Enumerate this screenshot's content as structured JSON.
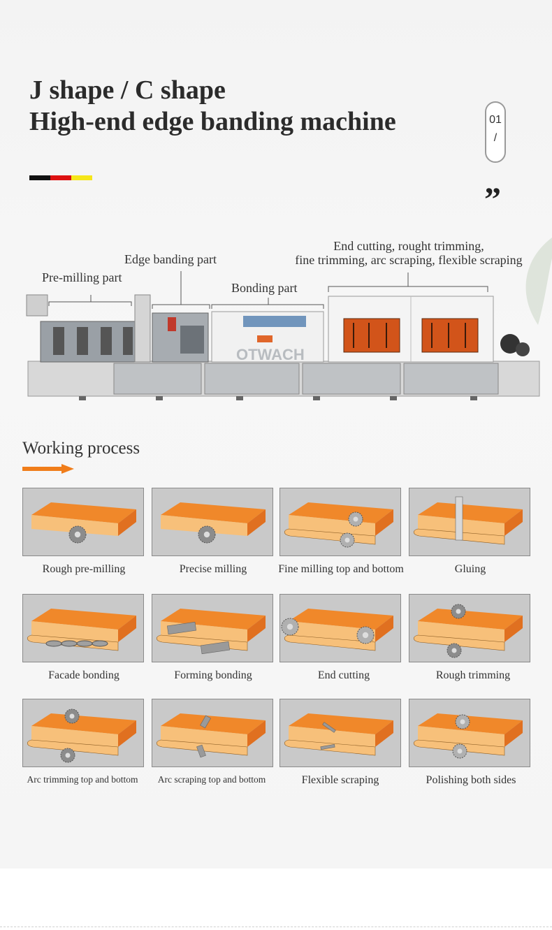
{
  "header": {
    "title_line1": "J shape / C shape",
    "title_line2": "High-end edge banding machine",
    "badge_number": "01",
    "badge_separator": "/",
    "quote_mark": "”",
    "flag_colors": [
      "#111111",
      "#dd1111",
      "#f5e61a"
    ]
  },
  "machine": {
    "labels": {
      "pre_milling": "Pre-milling part",
      "edge_banding": "Edge banding part",
      "bonding": "Bonding part",
      "end_cutting_line1": "End cutting, rought trimming,",
      "end_cutting_line2": "fine trimming, arc scraping, flexible scraping"
    },
    "watermark": "OTWACH"
  },
  "working_process": {
    "title": "Working process",
    "accent_color": "#f07d1a",
    "steps": [
      {
        "label": "Rough pre-milling",
        "icon": "milling-cutter-icon"
      },
      {
        "label": "Precise milling",
        "icon": "milling-cutter-icon"
      },
      {
        "label": "Fine milling top and bottom",
        "icon": "saw-blade-icon"
      },
      {
        "label": "Gluing",
        "icon": "glue-roller-icon"
      },
      {
        "label": "Facade bonding",
        "icon": "pressure-roller-icon"
      },
      {
        "label": "Forming bonding",
        "icon": "pressure-block-icon"
      },
      {
        "label": "End cutting",
        "icon": "saw-blade-icon"
      },
      {
        "label": "Rough trimming",
        "icon": "trimming-cutter-icon"
      },
      {
        "label": "Arc trimming top and bottom",
        "icon": "trimming-cutter-icon"
      },
      {
        "label": "Arc scraping top and bottom",
        "icon": "scraper-icon"
      },
      {
        "label": "Flexible scraping",
        "icon": "flexible-scraper-icon"
      },
      {
        "label": "Polishing both sides",
        "icon": "polishing-wheel-icon"
      }
    ]
  }
}
